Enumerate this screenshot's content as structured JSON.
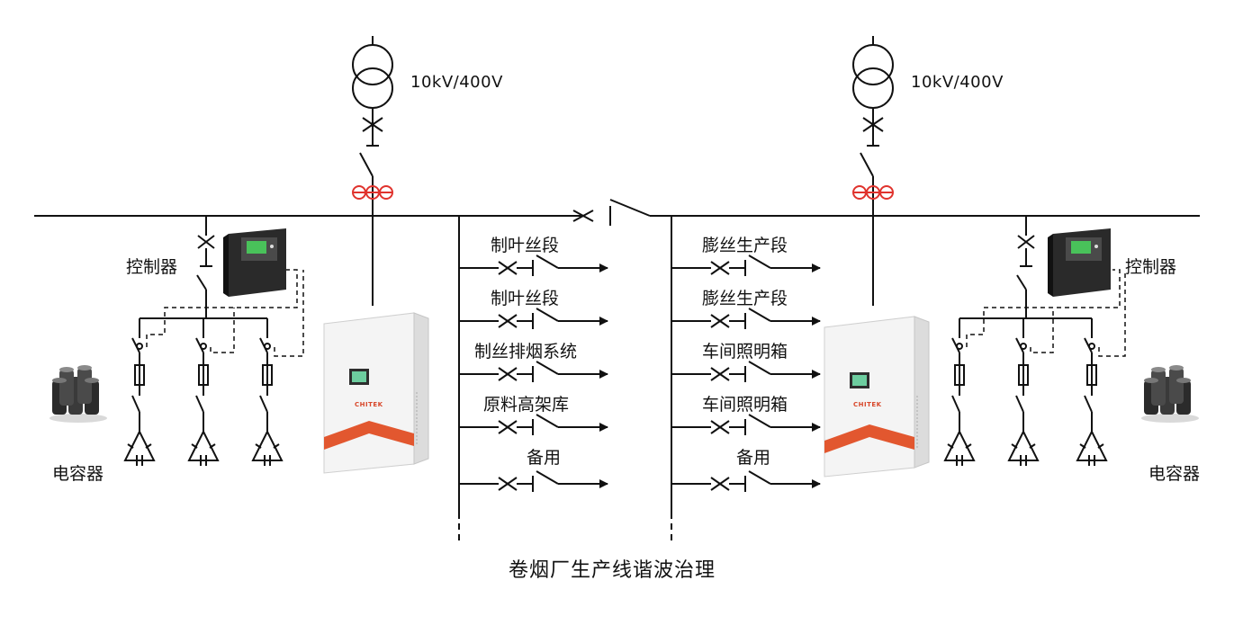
{
  "transformer_rating": "10kV/400V",
  "controller_label": "控制器",
  "capacitor_label": "电容器",
  "brand_text": "CHITEK",
  "title": "卷烟厂生产线谐波治理",
  "left_feeders": [
    "制叶丝段",
    "制叶丝段",
    "制丝排烟系统",
    "原料高架库",
    "备用"
  ],
  "right_feeders": [
    "膨丝生产段",
    "膨丝生产段",
    "车间照明箱",
    "车间照明箱",
    "备用"
  ],
  "colors": {
    "line": "#111111",
    "ct": "#e0332d",
    "device_accent": "#e2572f"
  }
}
